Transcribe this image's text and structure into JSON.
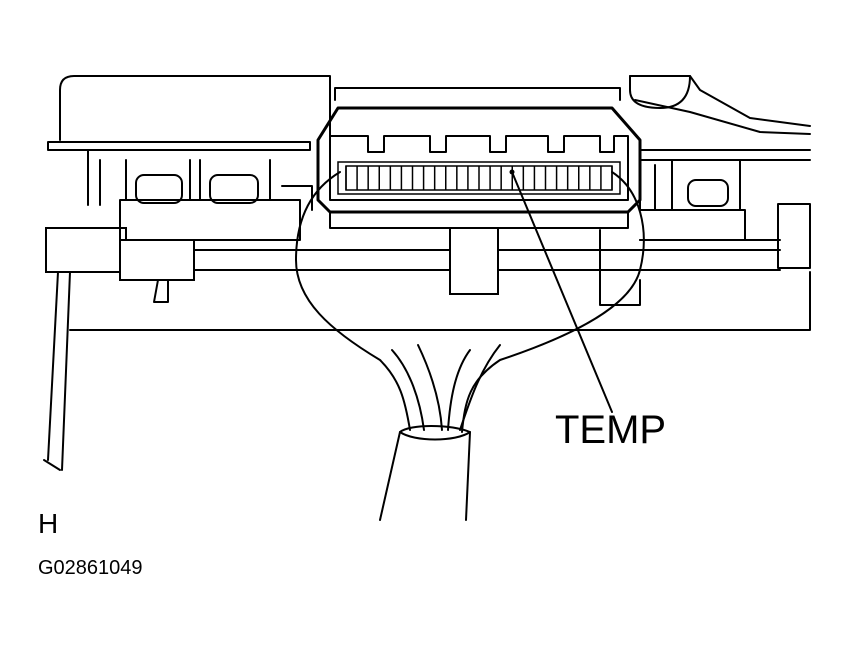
{
  "diagram": {
    "callout_label": "TEMP",
    "view_letter": "H",
    "figure_code": "G02861049"
  }
}
